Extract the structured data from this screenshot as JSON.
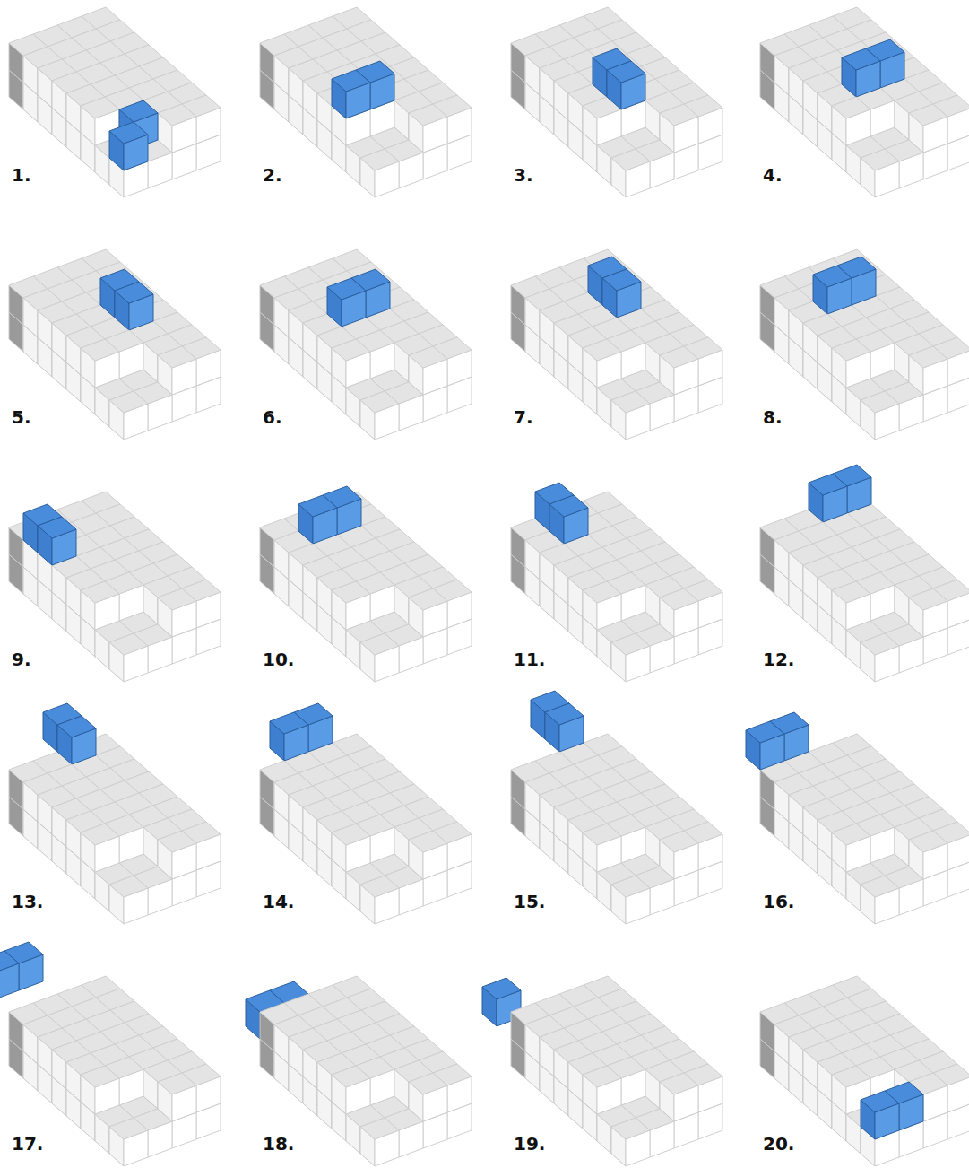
{
  "diagram": {
    "labels": [
      "1.",
      "2.",
      "3.",
      "4.",
      "5.",
      "6.",
      "7.",
      "8.",
      "9.",
      "10.",
      "11.",
      "12.",
      "13.",
      "14.",
      "15.",
      "16.",
      "17.",
      "18.",
      "19.",
      "20."
    ]
  }
}
